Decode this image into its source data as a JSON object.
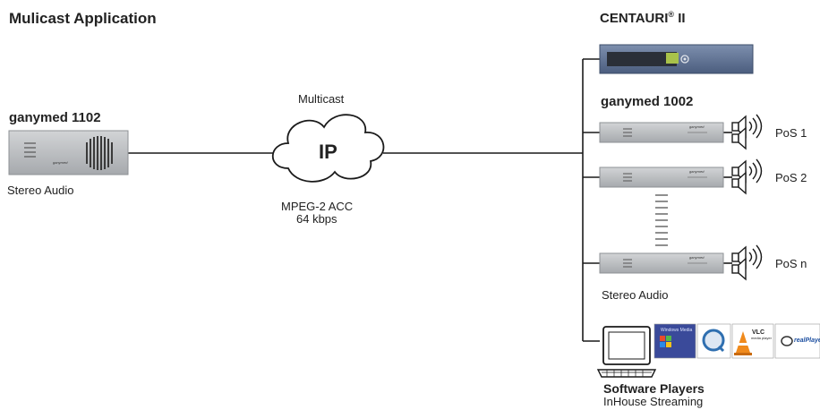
{
  "title": "Mulicast Application",
  "source": {
    "name": "ganymed 1102",
    "caption": "Stereo Audio",
    "brand": "ganymed"
  },
  "network": {
    "top_label": "Multicast",
    "cloud_label": "IP",
    "codec": "MPEG-2 ACC",
    "bitrate": "64 kbps"
  },
  "centauri": {
    "name": "CENTAURI",
    "reg": "®",
    "suffix": " II"
  },
  "receivers": {
    "name": "ganymed 1002",
    "caption": "Stereo Audio",
    "brand": "ganymed",
    "pos_labels": [
      "PoS 1",
      "PoS 2",
      "PoS n"
    ]
  },
  "software": {
    "title": "Software Players",
    "subtitle": "InHouse Streaming",
    "players": [
      {
        "icon": "windows-media-icon",
        "label": "Windows Media"
      },
      {
        "icon": "quicktime-icon",
        "label": ""
      },
      {
        "icon": "vlc-icon",
        "label": "VLC",
        "sub": "media player"
      },
      {
        "icon": "realplayer-icon",
        "label": "realPlayer"
      }
    ]
  },
  "colors": {
    "device_gray": "#b9bbbe",
    "centauri_blue": "#5b6f8f",
    "line": "#1a1a1a"
  }
}
